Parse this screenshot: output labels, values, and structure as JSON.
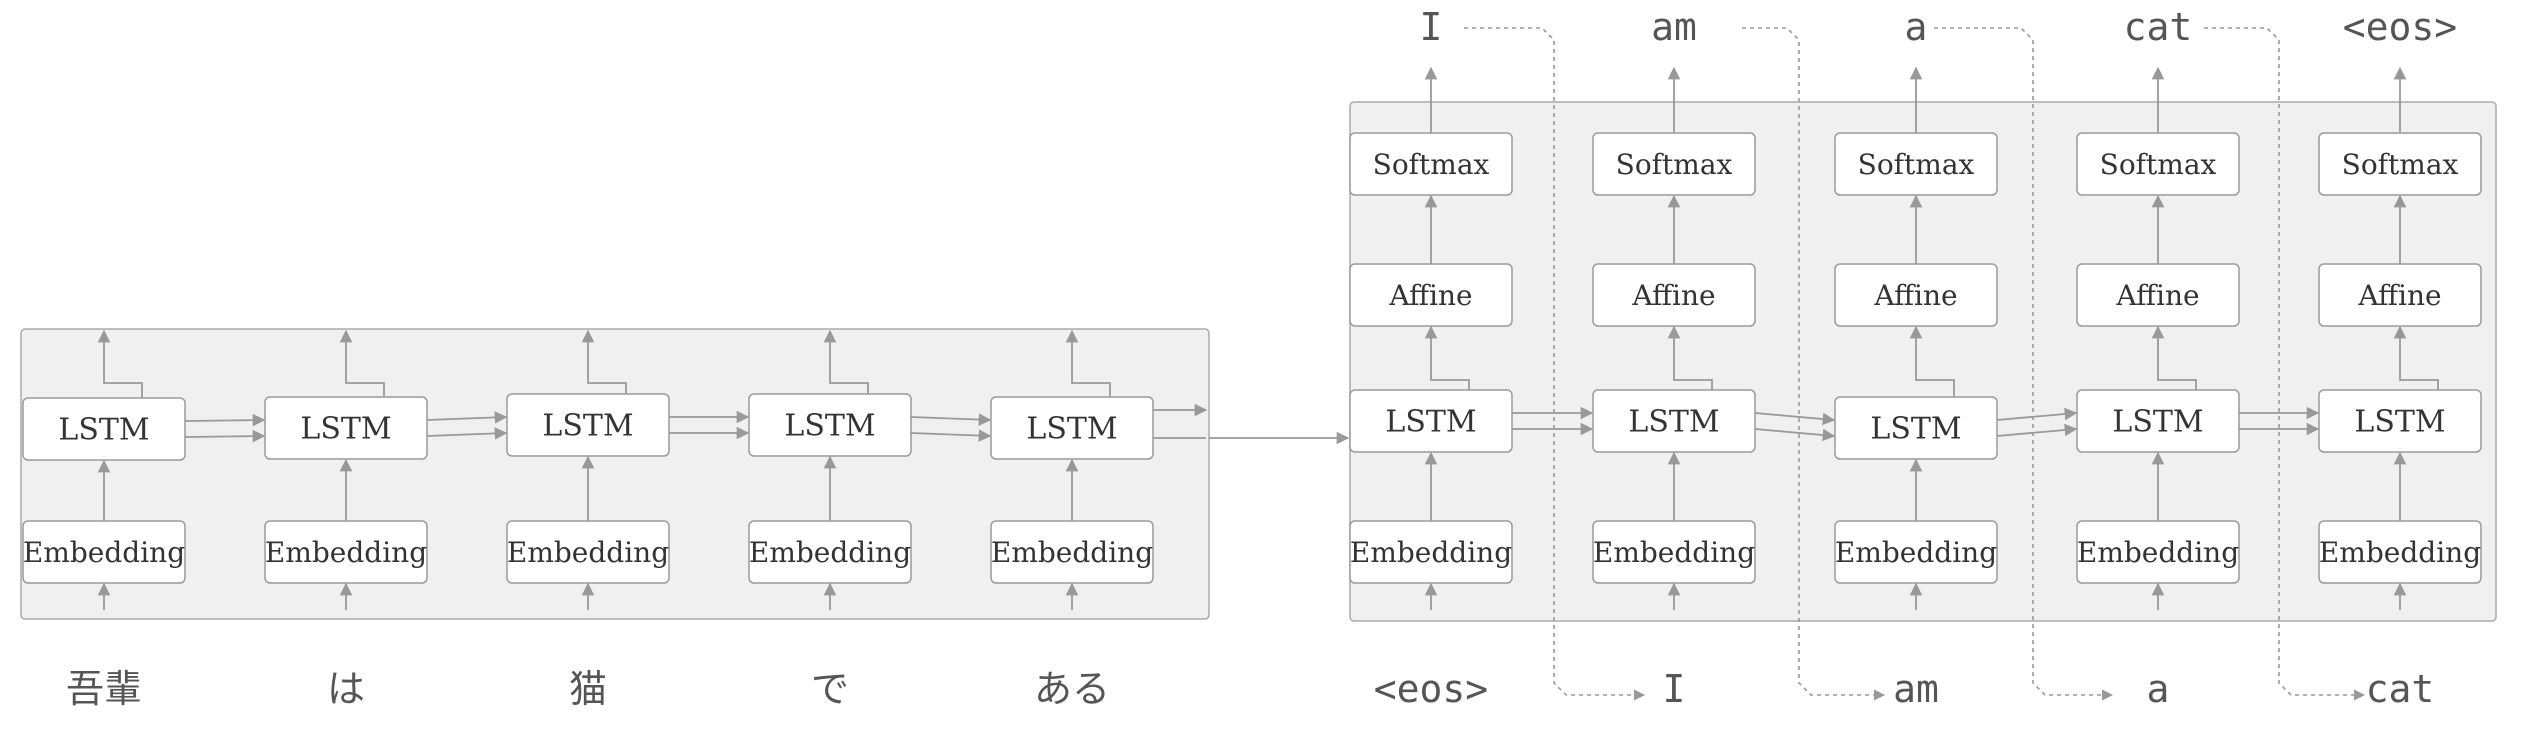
{
  "colors": {
    "panel_fill": "#f0f0f0",
    "panel_stroke": "#aaaaaa",
    "box_fill": "#ffffff",
    "box_stroke": "#9a9a9a",
    "arrow": "#999999",
    "text": "#333333",
    "token": "#555555"
  },
  "encoder": {
    "lstm_label": "LSTM",
    "embedding_label": "Embedding",
    "inputs": [
      "吾輩",
      "は",
      "猫",
      "で",
      "ある"
    ]
  },
  "decoder": {
    "lstm_label": "LSTM",
    "embedding_label": "Embedding",
    "affine_label": "Affine",
    "softmax_label": "Softmax",
    "inputs": [
      "<eos>",
      "I",
      "am",
      "a",
      "cat"
    ],
    "outputs": [
      "I",
      "am",
      "a",
      "cat",
      "<eos>"
    ]
  }
}
